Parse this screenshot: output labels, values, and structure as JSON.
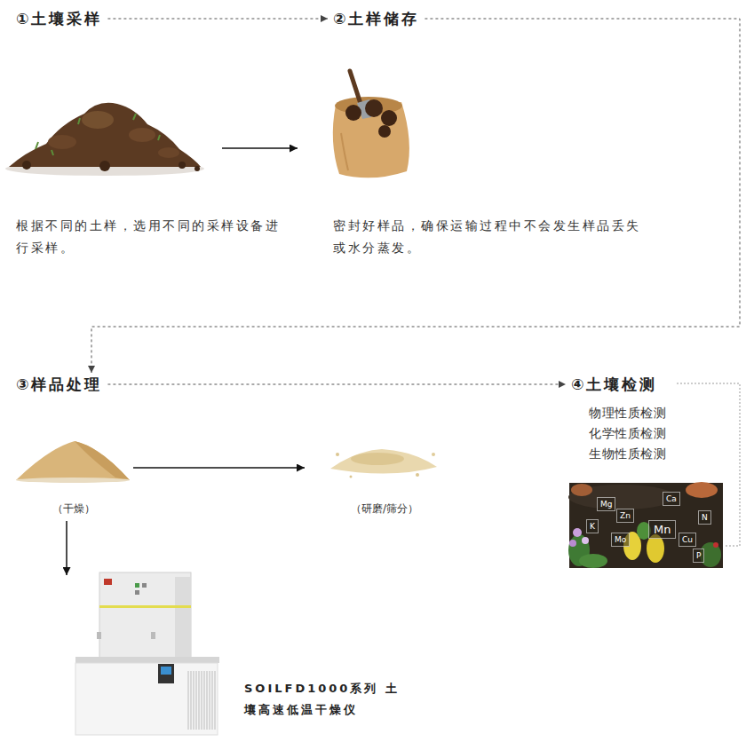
{
  "diagram": {
    "nodes": [
      {
        "text": [
          "①土壤采样",
          "根据不同的土样，选用不同的采样设备进行采样。"
        ]
      },
      {
        "text": [
          "②土样储存",
          "密封好样品，确保运输过程中不会发生样品丢失或水分蒸发。"
        ]
      },
      {
        "text": [
          "③样品处理"
        ]
      },
      {
        "text": [
          "④土壤检测",
          "物理性质检测",
          "化学性质检测",
          "生物性质检测"
        ]
      },
      {
        "text": [
          "（干燥）"
        ]
      },
      {
        "text": [
          "（研磨/筛分）"
        ]
      },
      {
        "text": [
          "SOILFD1000系列 土壤高速低温干燥仪"
        ]
      }
    ],
    "edges": [
      {
        "from": 0,
        "to": 1,
        "arrow": "to"
      },
      {
        "from": 1,
        "to": 2,
        "arrow": "to"
      },
      {
        "from": 2,
        "to": 3,
        "arrow": "to"
      },
      {
        "from": 4,
        "to": 5,
        "arrow": "to"
      },
      {
        "from": 4,
        "to": 6,
        "arrow": "to"
      }
    ],
    "labels": [
      "Ca",
      "Mg",
      "Zn",
      "K",
      "Mn",
      "N",
      "Mo",
      "Cu",
      "P"
    ]
  }
}
